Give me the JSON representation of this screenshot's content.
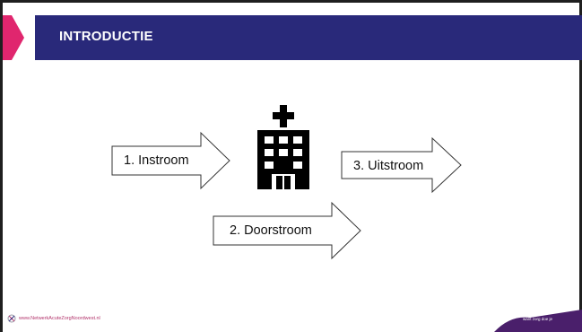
{
  "slide": {
    "title": "INTRODUCTIE",
    "colors": {
      "header_bg": "#29297a",
      "accent_pink": "#e0266e",
      "footer_purple": "#4a1f6b",
      "arrow_stroke": "#333333"
    }
  },
  "diagram": {
    "arrows": [
      {
        "id": "instroom",
        "label": "1. Instroom"
      },
      {
        "id": "doorstroom",
        "label": "2. Doorstroom"
      },
      {
        "id": "uitstroom",
        "label": "3. Uitstroom"
      }
    ],
    "center_icon": "hospital-building-icon"
  },
  "footer": {
    "website": "www.NetwerkAcuteZorgNoordwest.nl",
    "tagline": "want zorg doe je"
  }
}
